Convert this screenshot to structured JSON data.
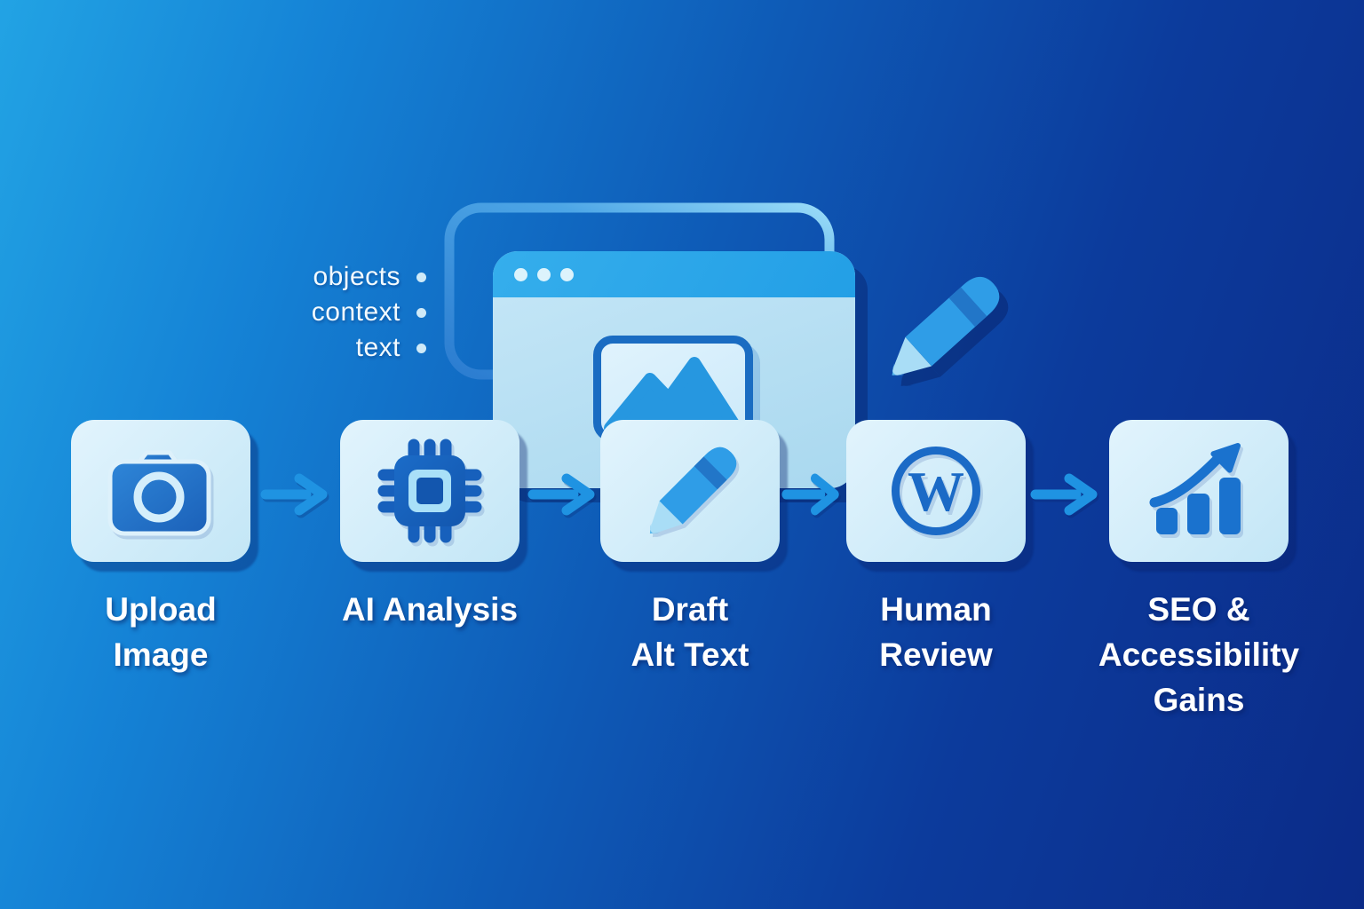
{
  "scene": {
    "type": "workflow-diagram",
    "description_visible_elements": "five step cards with arrows, browser mockup with image placeholder, pencil, analysis tag list"
  },
  "analysis_callout": {
    "tags": [
      "objects",
      "context",
      "text"
    ]
  },
  "browser": {
    "window_dots": 3
  },
  "workflow": {
    "wordpress_monogram": "W",
    "steps": [
      {
        "name": "upload-image",
        "icon": "camera-icon",
        "label": "Upload Image",
        "lines": [
          "Upload",
          "Image"
        ]
      },
      {
        "name": "ai-analysis",
        "icon": "chip-icon",
        "label": "AI Analysis",
        "lines": [
          "AI Analysis"
        ]
      },
      {
        "name": "draft-alt-text",
        "icon": "pencil-icon",
        "label": "Draft Alt Text",
        "lines": [
          "Draft",
          "Alt Text"
        ]
      },
      {
        "name": "human-review",
        "icon": "wordpress-icon",
        "label": "Human Review",
        "lines": [
          "Human",
          "Review"
        ]
      },
      {
        "name": "seo-accessibility-gains",
        "icon": "growth-chart-icon",
        "label": "SEO & Accessibility Gains",
        "lines": [
          "SEO &",
          "Accessibility",
          "Gains"
        ]
      }
    ]
  },
  "colors": {
    "background_gradient": [
      "#22a3e4",
      "#1583d6",
      "#0e5ab6",
      "#0c3b9c",
      "#0b2b88"
    ],
    "card_background": "#d9effb",
    "arrow": "#1f93e2",
    "icon_primary_blue": "#1a6cc6",
    "pencil_blue": "#2f9de7",
    "browser_titlebar": "#2ba9ea",
    "browser_content": "#bce1f3",
    "label_text": "#ffffff"
  }
}
